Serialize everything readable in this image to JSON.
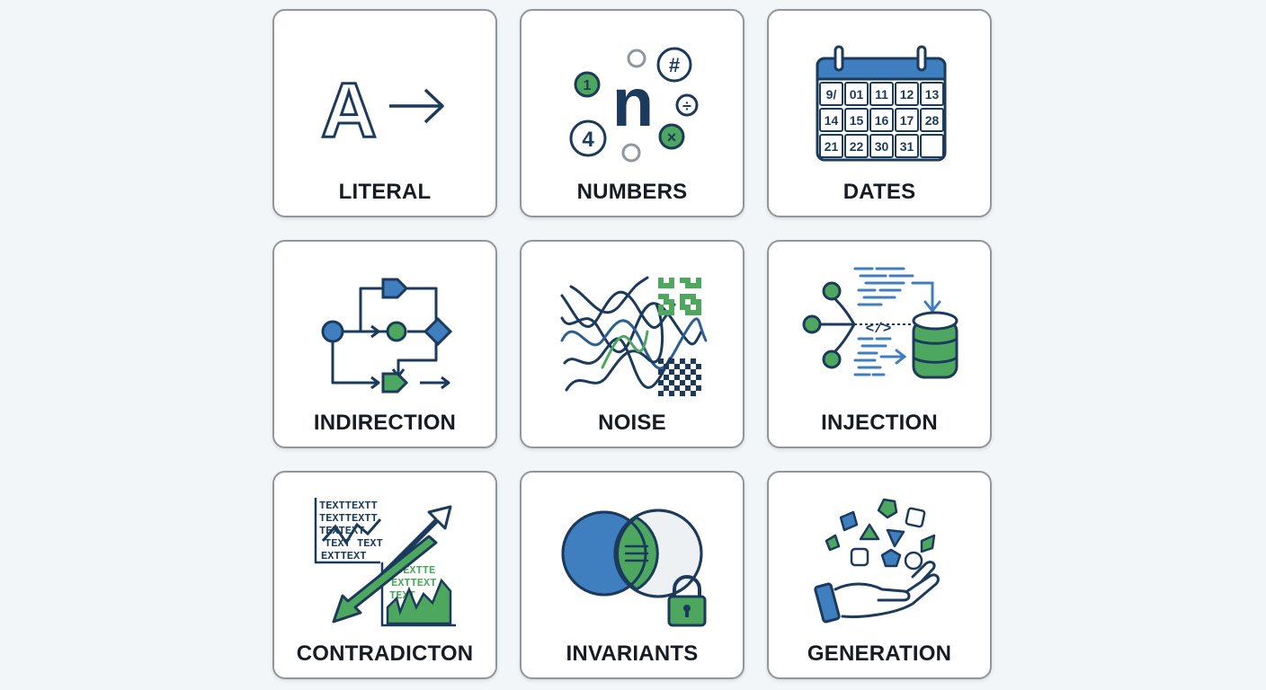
{
  "colors": {
    "navy": "#1b3a5c",
    "blue": "#3f7fc0",
    "green": "#4ea75e",
    "border": "#8f969d",
    "background": "#f3f6f9"
  },
  "tiles": [
    {
      "label": "LITERAL",
      "icon": "letter-a-arrow-icon",
      "glyph": "A"
    },
    {
      "label": "NUMBERS",
      "icon": "numbers-icon",
      "glyph": "n",
      "badges": [
        "1",
        "#",
        "÷",
        "4",
        "×"
      ]
    },
    {
      "label": "DATES",
      "icon": "calendar-icon",
      "calendar_rows": [
        [
          "9/",
          "01",
          "11",
          "12",
          "13"
        ],
        [
          "14",
          "15",
          "16",
          "17",
          "28"
        ],
        [
          "21",
          "22",
          "30",
          "31",
          ""
        ]
      ]
    },
    {
      "label": "INDIRECTION",
      "icon": "flow-diagram-icon"
    },
    {
      "label": "NOISE",
      "icon": "noise-waves-icon"
    },
    {
      "label": "INJECTION",
      "icon": "code-injection-icon",
      "code_tag": "</>"
    },
    {
      "label": "CONTRADICTON",
      "icon": "contradiction-arrows-icon",
      "text_lines_top": [
        "TEXTTEXTT",
        "TEXTTEXTT",
        "TEXTEXT",
        "TEXT TEXT",
        "EXTTEXT"
      ],
      "text_lines_bottom": [
        "TEXTTE",
        "EXTTEXT",
        "TEXT"
      ]
    },
    {
      "label": "INVARIANTS",
      "icon": "venn-lock-icon"
    },
    {
      "label": "GENERATION",
      "icon": "hand-shapes-icon"
    }
  ]
}
